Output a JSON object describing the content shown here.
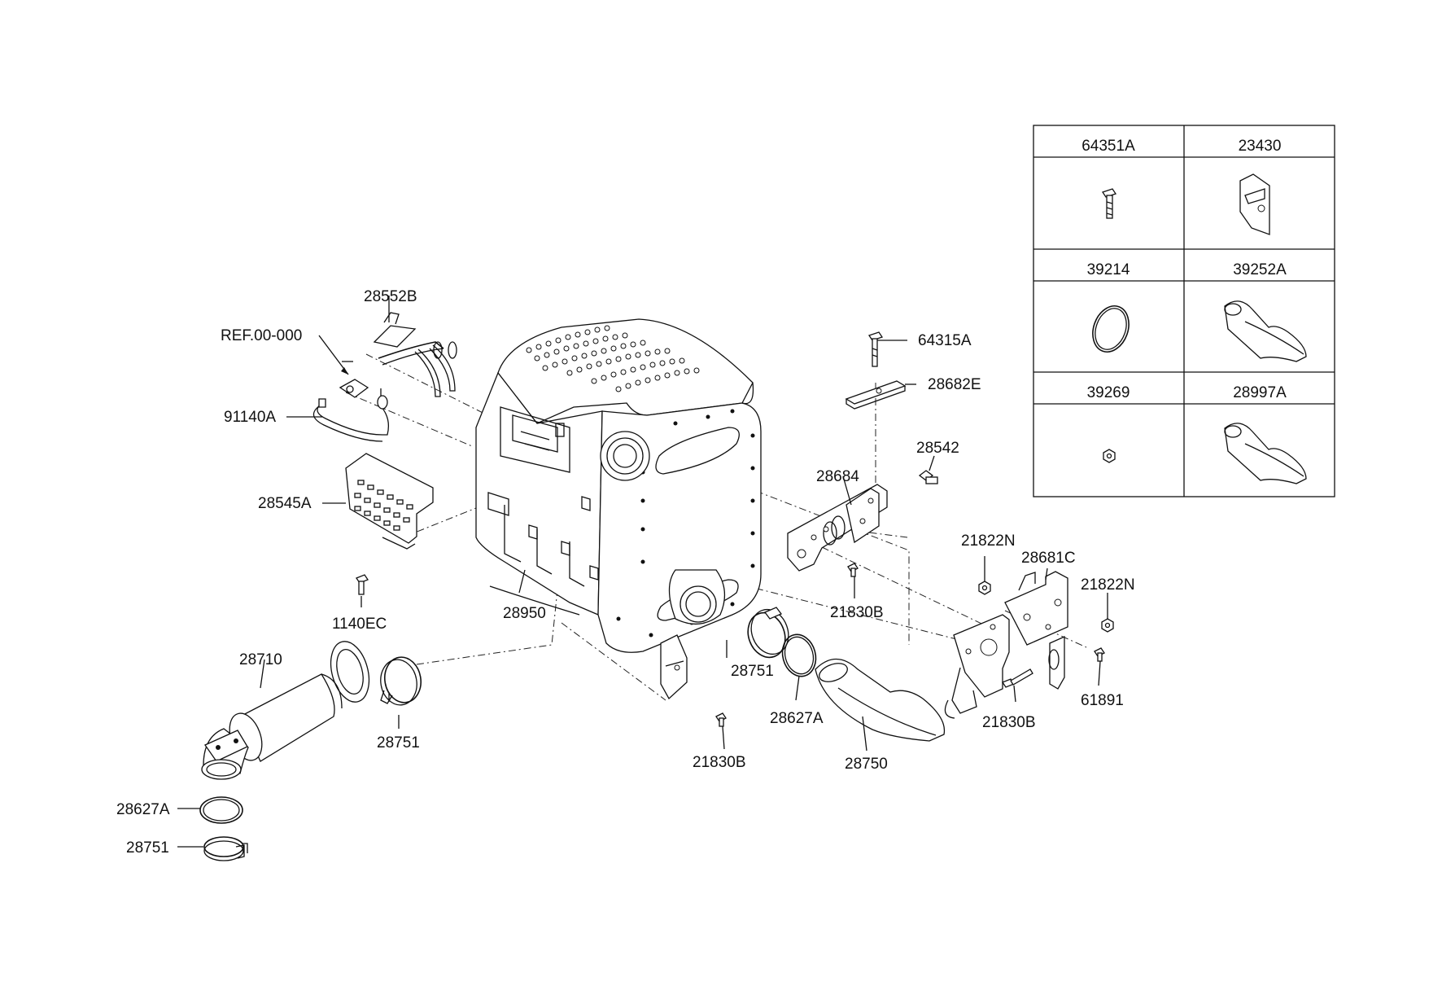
{
  "callouts": {
    "ref": "REF.00-000",
    "p28552B": "28552B",
    "p91140A": "91140A",
    "p28545A": "28545A",
    "p1140EC": "1140EC",
    "p28950": "28950",
    "p28710": "28710",
    "p28751_a": "28751",
    "p28627A_a": "28627A",
    "p28751_b": "28751",
    "p28751_c": "28751",
    "p28627A_b": "28627A",
    "p28750": "28750",
    "p21830B_a": "21830B",
    "p64315A": "64315A",
    "p28682E": "28682E",
    "p28542": "28542",
    "p28684": "28684",
    "p21830B_b": "21830B",
    "p21822N_a": "21822N",
    "p28681C": "28681C",
    "p21822N_b": "21822N",
    "p61891": "61891",
    "p21830B_c": "21830B"
  },
  "legend_table": {
    "cells": [
      {
        "part": "64351A",
        "icon": "bolt-icon"
      },
      {
        "part": "23430",
        "icon": "bracket-icon"
      },
      {
        "part": "39214",
        "icon": "gasket-ring-icon"
      },
      {
        "part": "39252A",
        "icon": "elbow-pipe-icon"
      },
      {
        "part": "39269",
        "icon": "nut-icon"
      },
      {
        "part": "28997A",
        "icon": "elbow-pipe-icon"
      }
    ]
  }
}
